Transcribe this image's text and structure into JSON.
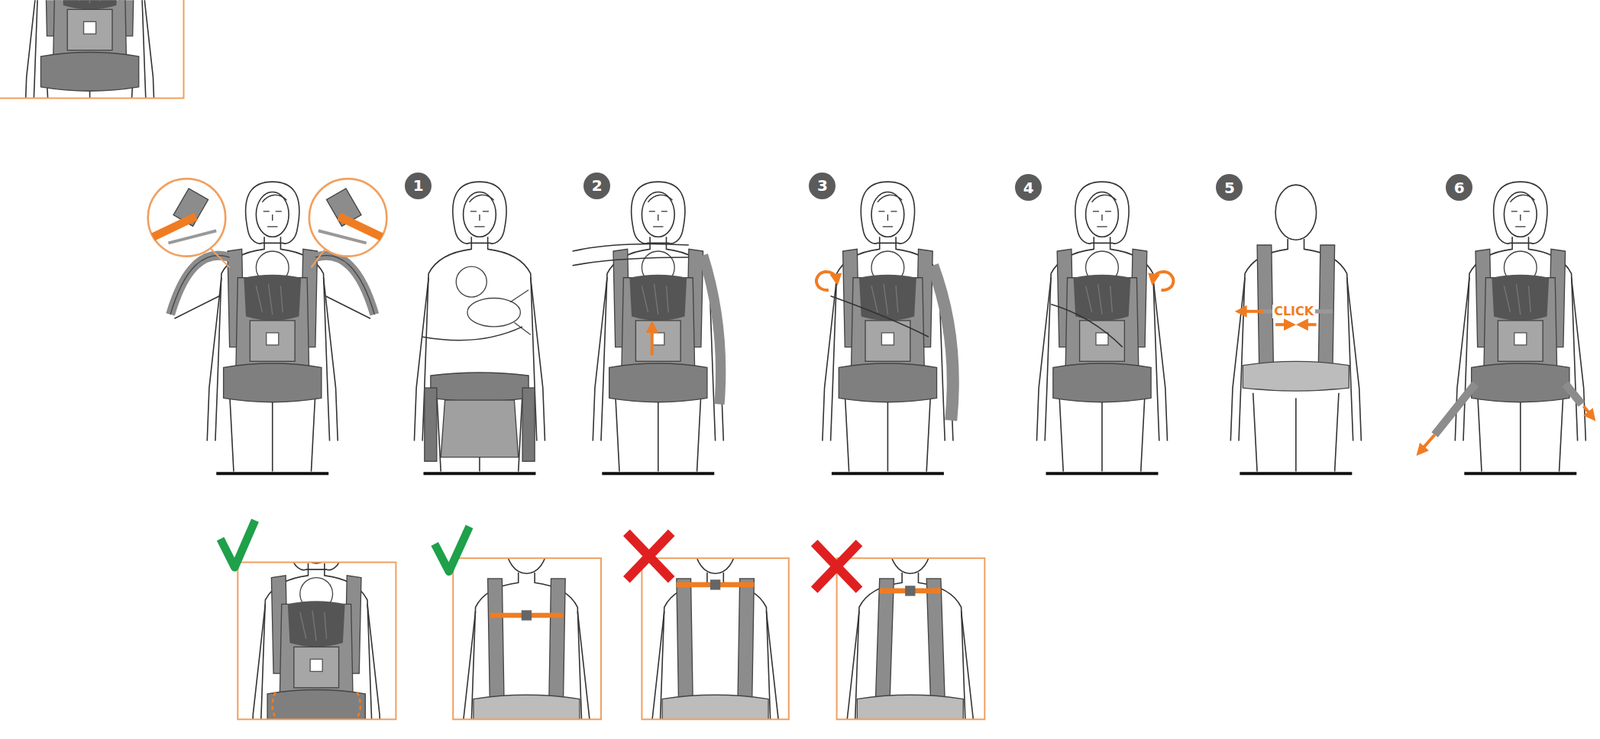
{
  "diagram": {
    "nodes": [
      {
        "text": [
          "1"
        ]
      },
      {
        "text": [
          "2"
        ]
      },
      {
        "text": [
          "3"
        ]
      },
      {
        "text": [
          "4"
        ]
      },
      {
        "text": [
          "5"
        ]
      },
      {
        "text": [
          "6"
        ]
      }
    ],
    "labels": [
      "CLICK"
    ]
  }
}
